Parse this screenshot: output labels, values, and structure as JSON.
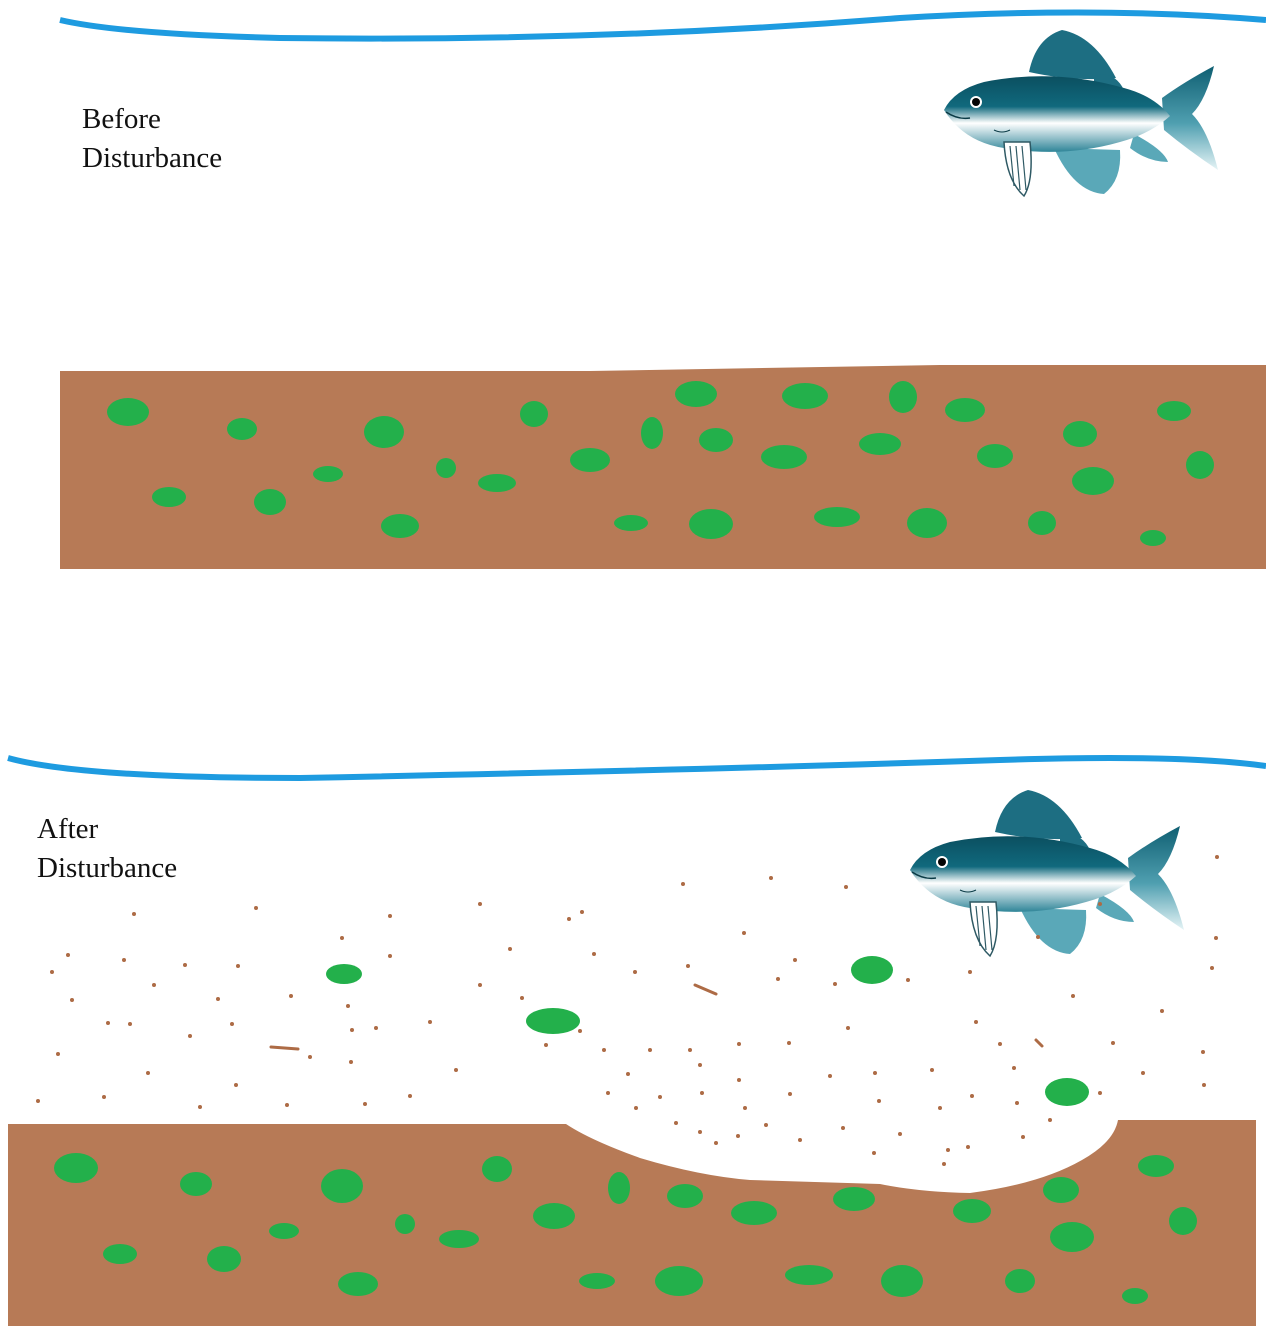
{
  "panels": [
    {
      "id": "before",
      "label_line1": "Before",
      "label_line2": "Disturbance"
    },
    {
      "id": "after",
      "label_line1": "After",
      "label_line2": "Disturbance"
    }
  ],
  "colors": {
    "water_line": "#1e9be0",
    "sediment": "#b77a56",
    "particle": "#ad6b45",
    "organic_blob": "#23b04b",
    "fish_dark": "#0c5a6c",
    "fish_light": "#e6f4f6",
    "fish_fin": "#5aa8b8"
  },
  "icons": [
    "fish-icon",
    "sediment-particle",
    "organic-matter"
  ]
}
